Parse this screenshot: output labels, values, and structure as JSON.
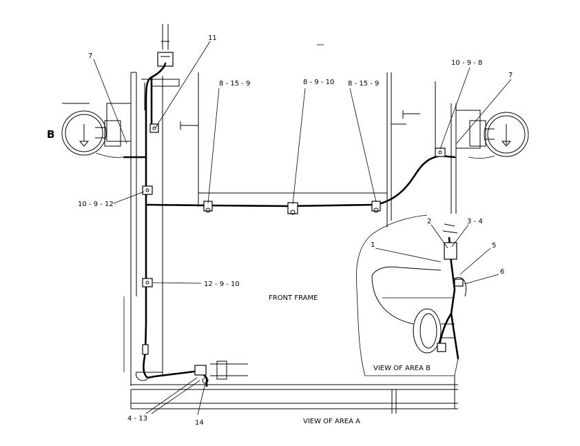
{
  "labels": {
    "view_marker": "B",
    "callout_7_left": "7",
    "callout_11": "11",
    "callout_8_15_9_a": "8 - 15 - 9",
    "callout_8_9_10": "8 - 9 - 10",
    "callout_8_15_9_b": "8 - 15 - 9",
    "callout_10_9_8": "10 - 9 - 8",
    "callout_7_right": "7",
    "callout_10_9_12": "10 - 9 - 12",
    "callout_12_9_10": "12 - 9 - 10",
    "front_frame": "FRONT FRAME",
    "callout_4_13": "4 - 13",
    "callout_14": "14",
    "view_area_a": "VIEW  OF  AREA  A",
    "callout_2": "2",
    "callout_3_4": "3 - 4",
    "callout_1": "1",
    "callout_5": "5",
    "callout_6": "6",
    "view_area_b": "VIEW  OF  AREA  B"
  }
}
